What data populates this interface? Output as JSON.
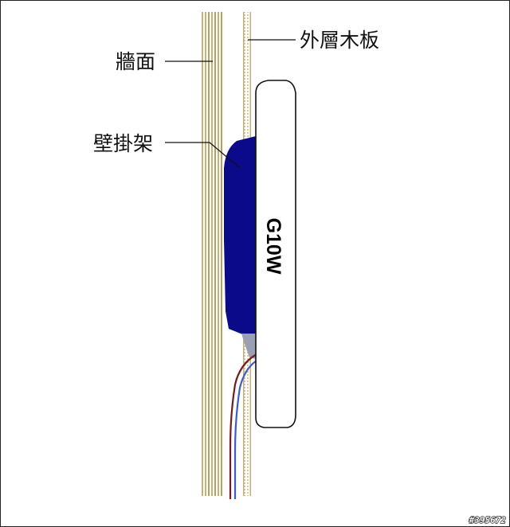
{
  "labels": {
    "outer_wood_panel": "外層木板",
    "wall_surface": "牆面",
    "wall_bracket": "壁掛架",
    "device_model": "G10W"
  },
  "watermark": "#395672",
  "colors": {
    "wall_stripe": "#c9b079",
    "wall_stripe_dark": "#8a7440",
    "bracket": "#0a0a8a",
    "device_fill": "#ffffff",
    "device_stroke": "#111111",
    "cable_red": "#7a1a1a",
    "cable_blue": "#3a5ad8",
    "leader_line": "#111111"
  }
}
